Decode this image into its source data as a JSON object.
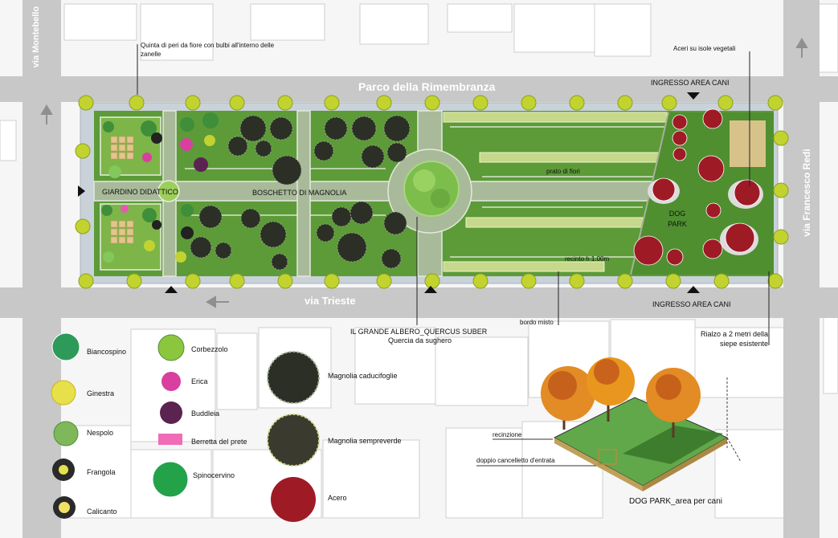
{
  "roads": {
    "top": "Parco della Rimembranza",
    "bottom": "via Trieste",
    "left": "via Montebello",
    "right": "via Francesco Redi"
  },
  "zones": {
    "giardino": "GIARDINO DIDATTICO",
    "boschetto": "BOSCHETTO DI MAGNOLIA",
    "prato": "prato di fiori",
    "dog_park": "DOG PARK"
  },
  "annotations": {
    "quinta": "Quinta di peri da fiore con bulbi all'interno delle zanelle",
    "aceri": "Aceri su isole vegetali",
    "ingresso_top": "INGRESSO AREA CANI",
    "ingresso_bottom": "INGRESSO AREA CANI",
    "recinto": "recinto h 1.00m",
    "bordo": "bordo misto",
    "quercia_title": "IL GRANDE ALBERO_QUERCUS SUBER",
    "quercia_sub": "Quercia da sughero",
    "rialzo": "Rialzo a 2 metri della siepe esistente"
  },
  "legend": {
    "biancospino": "Biancospino",
    "ginestra": "Ginestra",
    "nespolo": "Nespolo",
    "frangola": "Frangola",
    "calicanto": "Calicanto",
    "corbezzolo": "Corbezzolo",
    "erica": "Erica",
    "buddleia": "Buddleia",
    "berretta": "Berretta del prete",
    "spinocervino": "Spinocervino",
    "magnolia_cad": "Magnolia caducifoglie",
    "magnolia_semp": "Magnolia sempreverde",
    "acero": "Acero"
  },
  "dog_park_detail": {
    "title": "DOG PARK_area per cani",
    "recinzione": "recinzione",
    "cancelletto": "doppio cancelletto d'entrata"
  },
  "colors": {
    "lawn": "#5f9e3a",
    "path": "#a9ba9a",
    "road": "#c9c9c9",
    "hedge": "#c2d330",
    "magnolia": "#2b2f26",
    "acero": "#9e1b26"
  }
}
